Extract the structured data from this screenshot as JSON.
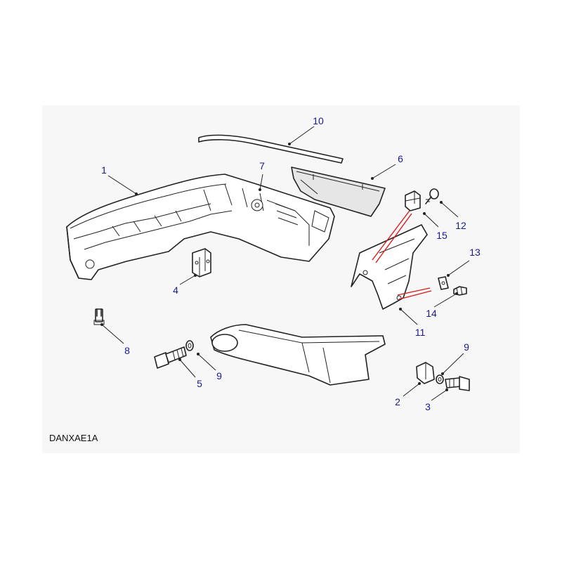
{
  "diagram": {
    "drawing_code": "DANXAE1A",
    "callouts": [
      {
        "id": "c1",
        "label": "1"
      },
      {
        "id": "c2",
        "label": "2"
      },
      {
        "id": "c3",
        "label": "3"
      },
      {
        "id": "c4",
        "label": "4"
      },
      {
        "id": "c5",
        "label": "5"
      },
      {
        "id": "c6",
        "label": "6"
      },
      {
        "id": "c7",
        "label": "7"
      },
      {
        "id": "c8",
        "label": "8"
      },
      {
        "id": "c9a",
        "label": "9"
      },
      {
        "id": "c9b",
        "label": "9"
      },
      {
        "id": "c10",
        "label": "10"
      },
      {
        "id": "c11",
        "label": "11"
      },
      {
        "id": "c12",
        "label": "12"
      },
      {
        "id": "c13",
        "label": "13"
      },
      {
        "id": "c14",
        "label": "14"
      },
      {
        "id": "c15",
        "label": "15"
      }
    ],
    "colors": {
      "callout_text": "#1a1a8c",
      "leader_line": "#222222",
      "highlight_line": "#d81b1b",
      "panel_background": "#f7f7f7"
    }
  }
}
